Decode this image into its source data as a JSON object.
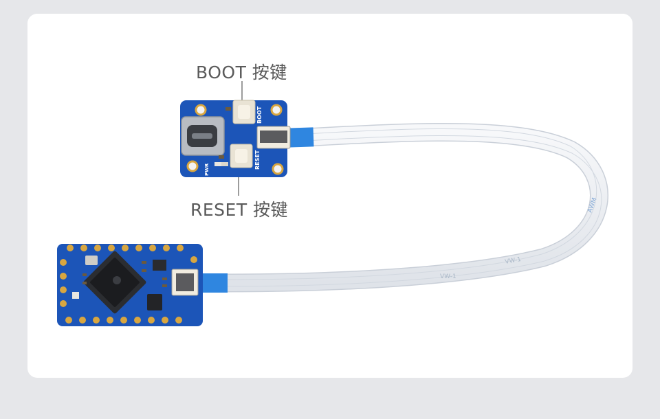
{
  "callouts": {
    "boot": "BOOT 按键",
    "reset": "RESET 按键"
  },
  "board_silkscreen": {
    "boot": "BOOT",
    "reset": "RESET",
    "pwr": "PWR"
  },
  "cable_print": "AWM",
  "colors": {
    "page_bg": "#e6e7ea",
    "card_bg": "#ffffff",
    "pcb_blue": "#1c55b8",
    "gold_pad": "#d8a640",
    "cable": "#eef1f5",
    "cable_stiffener": "#2f86e0"
  }
}
